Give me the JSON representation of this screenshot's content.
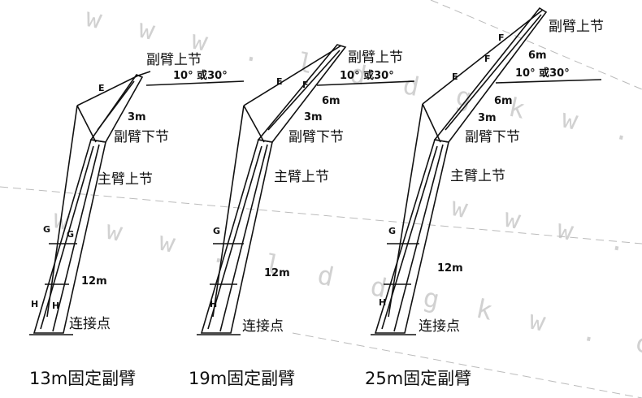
{
  "watermark": {
    "text": "w w w . l d d g k w . c o m"
  },
  "labels": {
    "aux_upper": "副臂上节",
    "aux_lower": "副臂下节",
    "main_upper": "主臂上节",
    "angle": "10°  或30°",
    "len_3m": "3m",
    "len_6m": "6m",
    "len_12m": "12m",
    "connect": "连接点",
    "E": "E",
    "F": "F",
    "G": "G",
    "H": "H"
  },
  "captions": {
    "c13": "13m固定副臂",
    "c19": "19m固定副臂",
    "c25": "25m固定副臂"
  }
}
